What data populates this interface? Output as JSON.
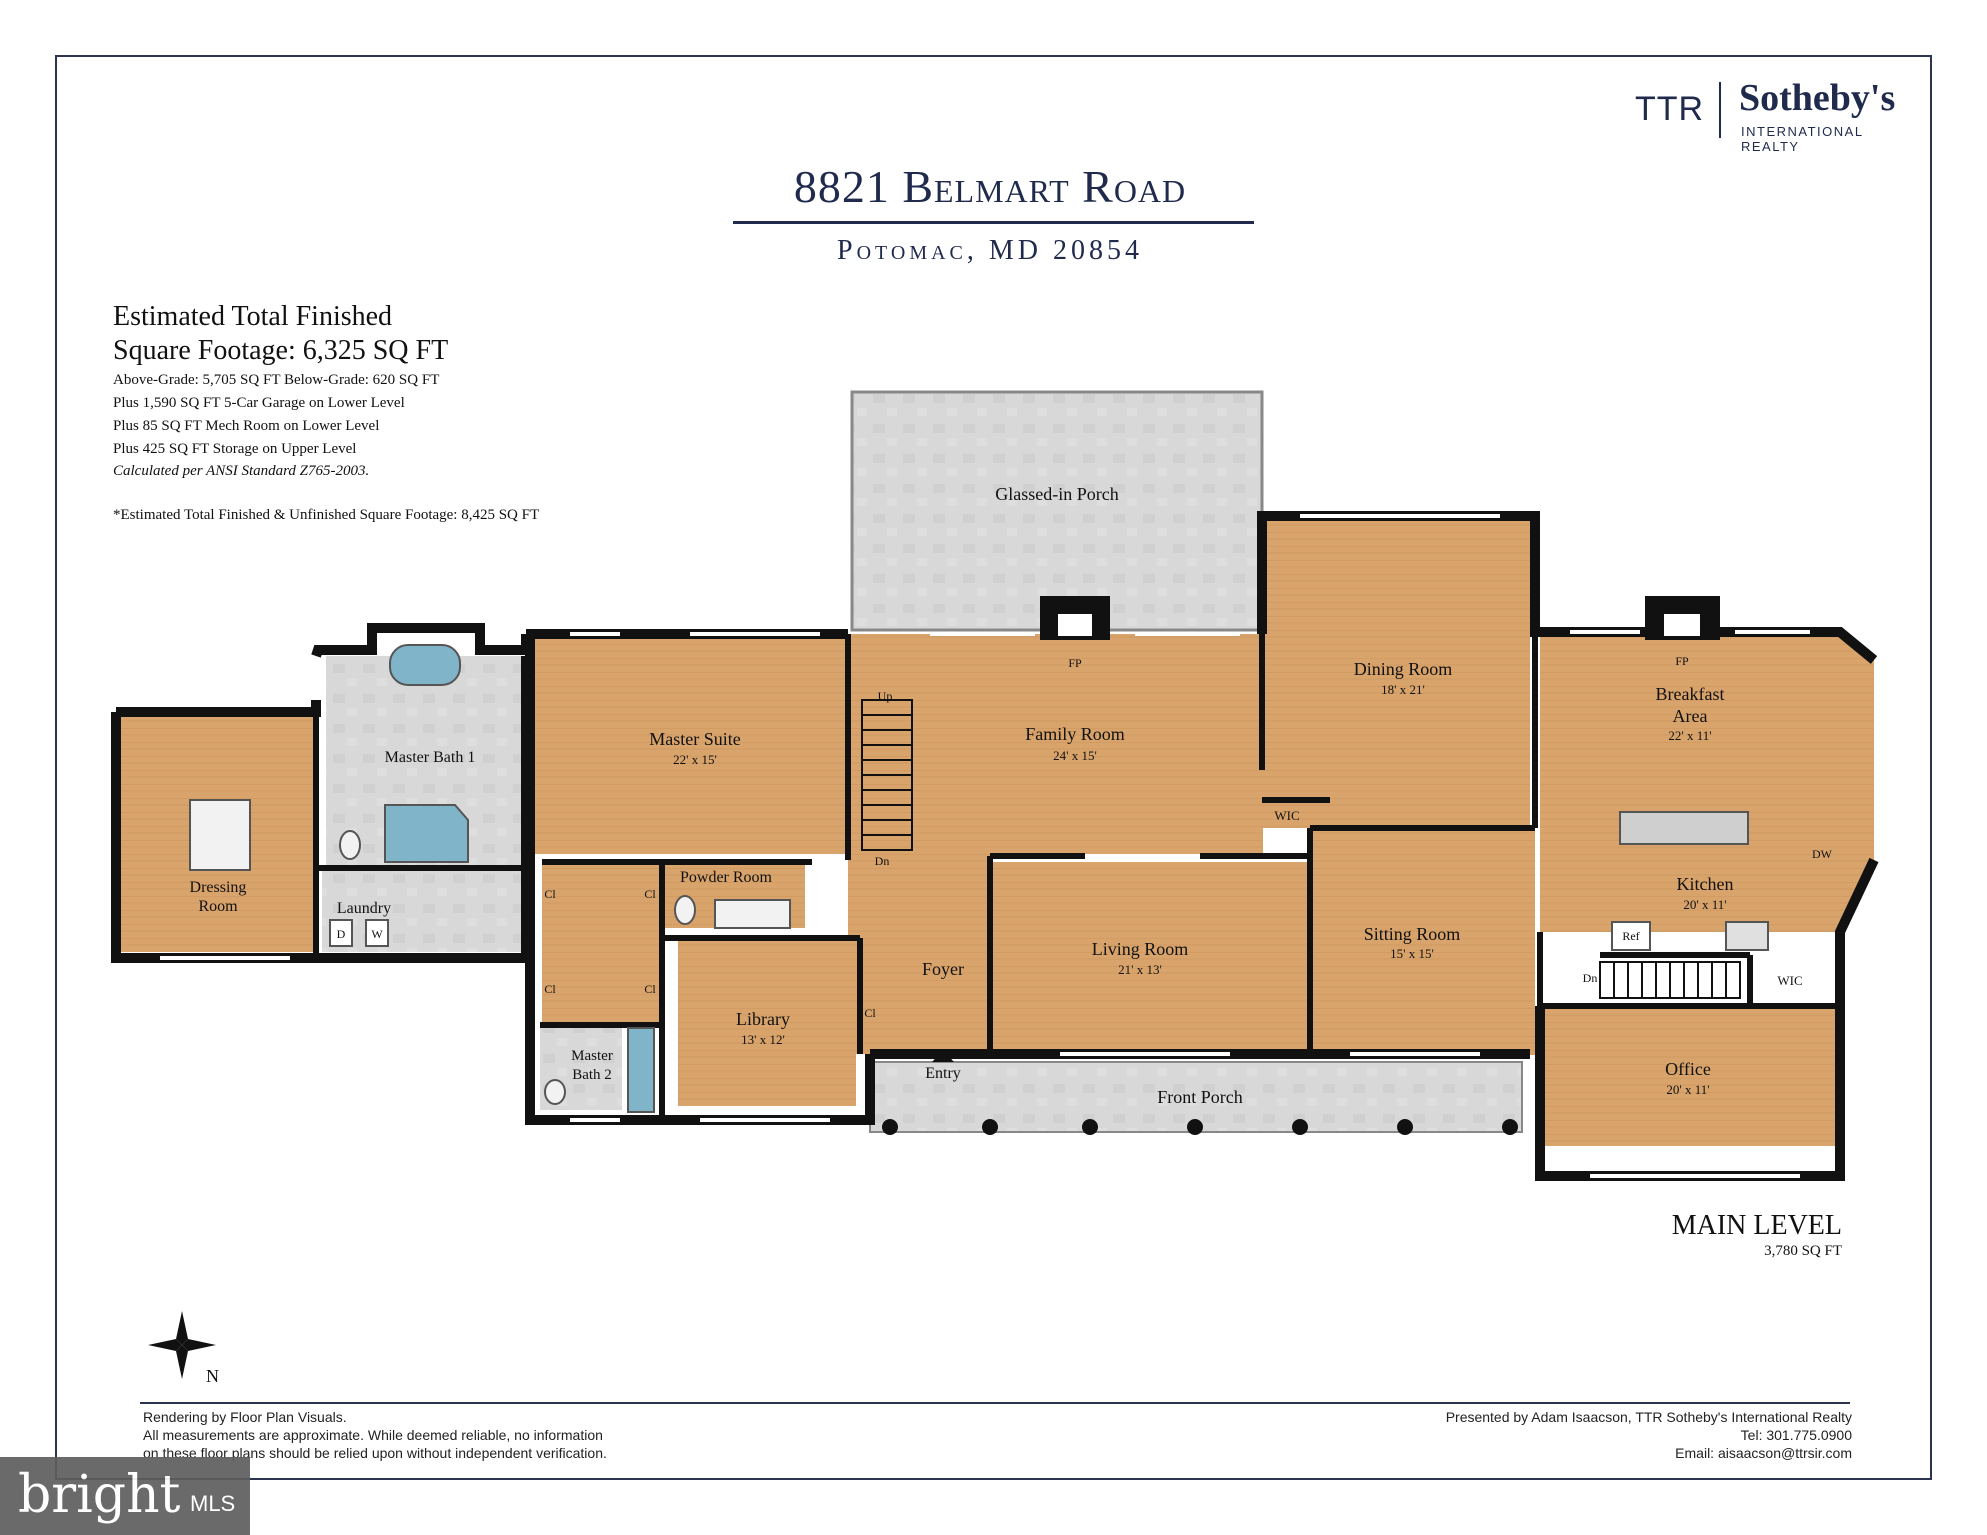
{
  "brand": {
    "ttr": "TTR",
    "sothebys": "Sotheby's",
    "international_realty": "INTERNATIONAL REALTY"
  },
  "header": {
    "title": "8821 Belmart Road",
    "subtitle": "Potomac, MD 20854"
  },
  "square_footage": {
    "heading_line1": "Estimated Total Finished",
    "heading_line2": "Square Footage: 6,325 SQ FT",
    "lines": [
      "Above-Grade: 5,705 SQ FT    Below-Grade: 620 SQ FT",
      "Plus 1,590 SQ FT 5-Car Garage on Lower Level",
      "Plus 85 SQ FT Mech Room on Lower Level",
      "Plus 425 SQ FT Storage on Upper Level",
      "Calculated per ANSI Standard Z765-2003."
    ],
    "note": "*Estimated Total Finished & Unfinished Square Footage: 8,425 SQ FT"
  },
  "rooms": {
    "glassed_porch": "Glassed-in Porch",
    "dining_room": "Dining Room",
    "dining_room_size": "18' x 21'",
    "breakfast_line1": "Breakfast",
    "breakfast_line2": "Area",
    "breakfast_size": "22' x 11'",
    "family_room": "Family Room",
    "family_room_size": "24' x 15'",
    "master_suite": "Master Suite",
    "master_suite_size": "22' x 15'",
    "master_bath1": "Master Bath 1",
    "dressing_line1": "Dressing",
    "dressing_line2": "Room",
    "laundry": "Laundry",
    "powder_room": "Powder Room",
    "library": "Library",
    "library_size": "13' x 12'",
    "master_bath2_line1": "Master",
    "master_bath2_line2": "Bath 2",
    "foyer": "Foyer",
    "entry": "Entry",
    "living_room": "Living Room",
    "living_room_size": "21' x 13'",
    "sitting_room": "Sitting Room",
    "sitting_room_size": "15' x 15'",
    "kitchen": "Kitchen",
    "kitchen_size": "20' x 11'",
    "office": "Office",
    "office_size": "20' x 11'",
    "front_porch": "Front Porch",
    "wic": "WIC",
    "cl": "Cl",
    "fp": "FP",
    "up": "Up",
    "dn": "Dn",
    "dw": "DW",
    "ref": "Ref",
    "dryer": "D",
    "washer": "W"
  },
  "level": {
    "name": "MAIN LEVEL",
    "sqft": "3,780 SQ FT"
  },
  "compass": {
    "north": "N"
  },
  "footer": {
    "left": [
      "Rendering by Floor Plan Visuals.",
      "All measurements are approximate. While deemed reliable, no information",
      "on these floor plans should be relied upon without independent verification."
    ],
    "right": [
      "Presented by Adam Isaacson, TTR Sotheby's International Realty",
      "Tel: 301.775.0900",
      "Email: aisaacson@ttrsir.com"
    ]
  },
  "watermark": {
    "brand": "bright",
    "mls": "MLS"
  },
  "colors": {
    "navy": "#1f2a4d",
    "wood_floor": "#d9a46b",
    "tile": "#d6d6d6",
    "wall": "#111111"
  }
}
